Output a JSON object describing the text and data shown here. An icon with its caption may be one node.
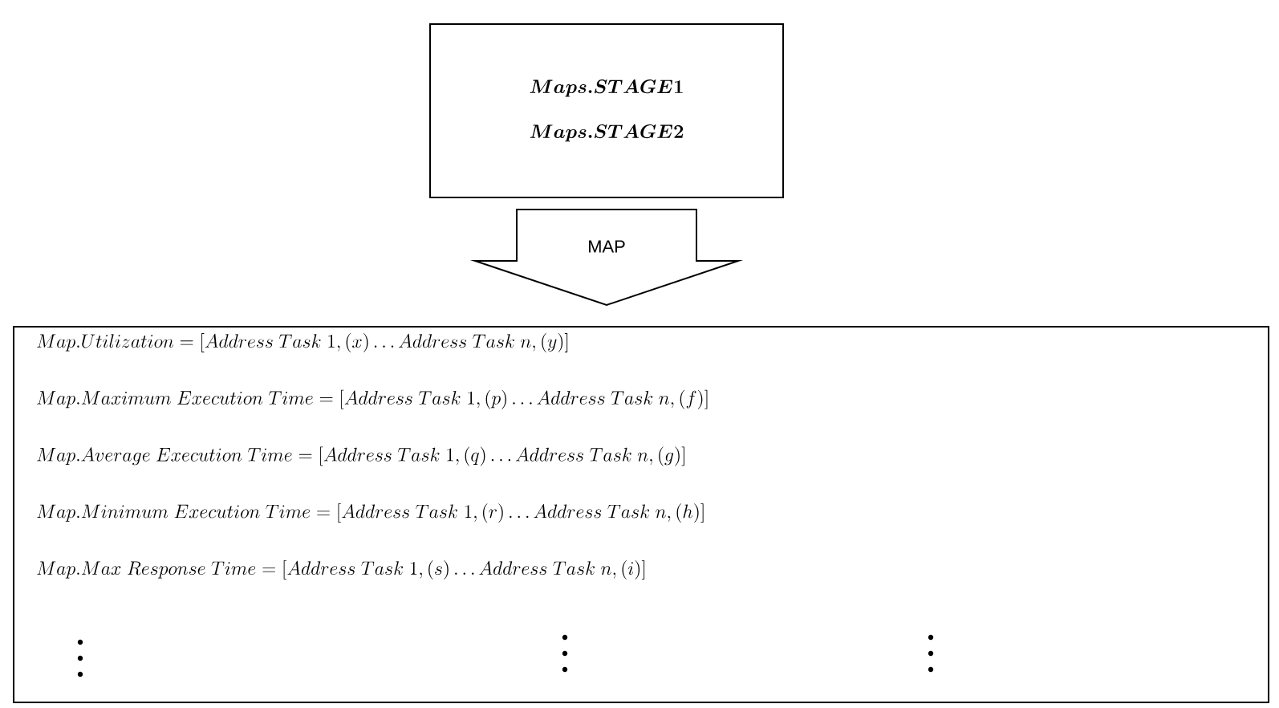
{
  "diagram": {
    "nodes": [
      {
        "text": [
          "\\boldsymbol{Maps.STAGE1}",
          "\\boldsymbol{Maps.STAGE2}"
        ]
      },
      {
        "text": [
          "Map.Utilization = [Address\\ Task\\ 1, (x) \\ldots Address\\ Task\\ n, (y)]",
          "Map.Maximum\\ Execution\\ Time = [Address\\ Task\\ 1, (p) \\ldots Address\\ Task\\ n, (f)]",
          "Map.Average\\ Execution\\ Time = [Address\\ Task\\ 1, (q) \\ldots Address\\ Task\\ n, (g)]",
          "Map.Minimum\\ Execution\\ Time = [Address\\ Task\\ 1, (r) \\ldots Address\\ Task\\ n, (h)]",
          "Map.Max\\ Response\\ Time = [Address\\ Task\\ 1, (s) \\ldots Address\\ Task\\ n, (i)]"
        ]
      }
    ],
    "edges": [
      {
        "from": 0,
        "to": 1,
        "arrow": "to",
        "label": "MAP"
      }
    ]
  }
}
